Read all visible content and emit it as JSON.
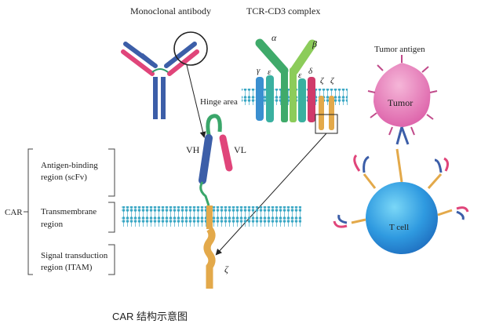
{
  "caption": "CAR 结构示意图",
  "titles": {
    "monoclonal_antibody": "Monoclonal antibody",
    "tcr_cd3_complex": "TCR-CD3 complex",
    "tumor_antigen": "Tumor antigen"
  },
  "labels": {
    "hinge_area": "Hinge area",
    "car": "CAR",
    "antigen_binding_line1": "Antigen-binding",
    "antigen_binding_line2": "region (scFv)",
    "transmembrane_line1": "Transmembrane",
    "transmembrane_line2": "region",
    "signal_line1": "Signal transduction",
    "signal_line2": "region (ITAM)",
    "vh": "VH",
    "vl": "VL",
    "zeta": "ζ",
    "tumor": "Tumor",
    "t_cell": "T cell"
  },
  "tcr_chain_labels": {
    "alpha": "α",
    "beta": "β",
    "gamma": "γ",
    "epsilon_1": "ε",
    "epsilon_2": "ε",
    "delta": "δ",
    "zeta_1": "ζ",
    "zeta_2": "ζ"
  },
  "colors": {
    "heavy_chain": "#3c5ea8",
    "light_chain": "#e0457a",
    "tcr_alpha": "#3faa6a",
    "tcr_beta": "#8ccc5a",
    "membrane": "#3aa7c4",
    "signal_zeta": "#e3a94a",
    "tumor": "#e57ab8",
    "t_cell": "#3a9fe0"
  }
}
